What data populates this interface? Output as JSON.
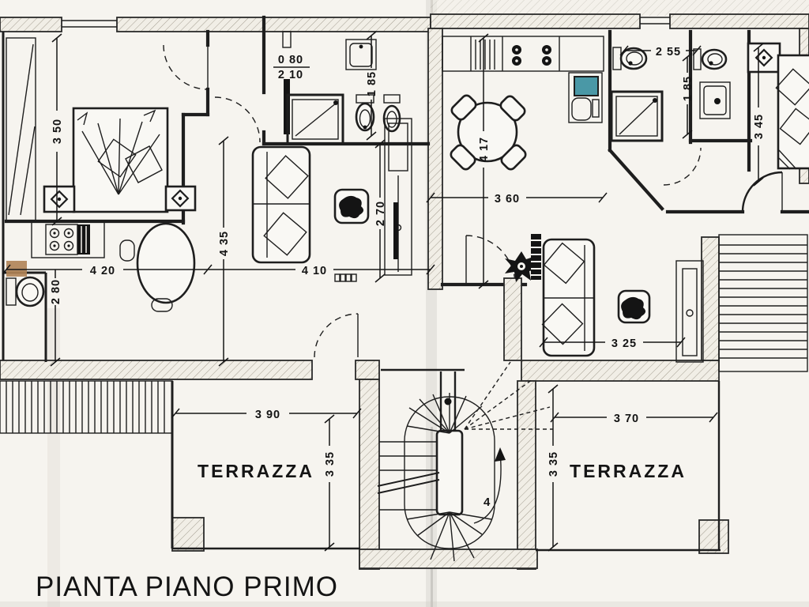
{
  "title": "PIANTA PIANO PRIMO",
  "rooms": {
    "terrace_left": "TERRAZZA",
    "terrace_right": "TERRAZZA"
  },
  "stairs": {
    "flight_label": "4"
  },
  "door_dim": {
    "width": "0 80",
    "height": "2 10"
  },
  "dims": {
    "bedroom_left_height": "3 50",
    "kitchen_left_width": "4 20",
    "kitchen_left_height": "2 80",
    "living_left_height": "4 35",
    "living_left_width": "4 10",
    "bath_left_depth": "1 85",
    "closet_height": "2 70",
    "bath_right_width": "2 55",
    "bath_right_depth": "1 85",
    "bedroom_right_height": "3 45",
    "dining_right_width": "3 60",
    "dining_right_height": "4 17",
    "living_right_width": "3 25",
    "terrace_left_width": "3 90",
    "terrace_left_height": "3 35",
    "terrace_right_width": "3 70",
    "terrace_right_height": "3 35"
  },
  "colors": {
    "paper": "#f6f4ef",
    "ink": "#1e1e1e",
    "sink_accent": "#4a98a6",
    "door_patch": "#b08355"
  }
}
